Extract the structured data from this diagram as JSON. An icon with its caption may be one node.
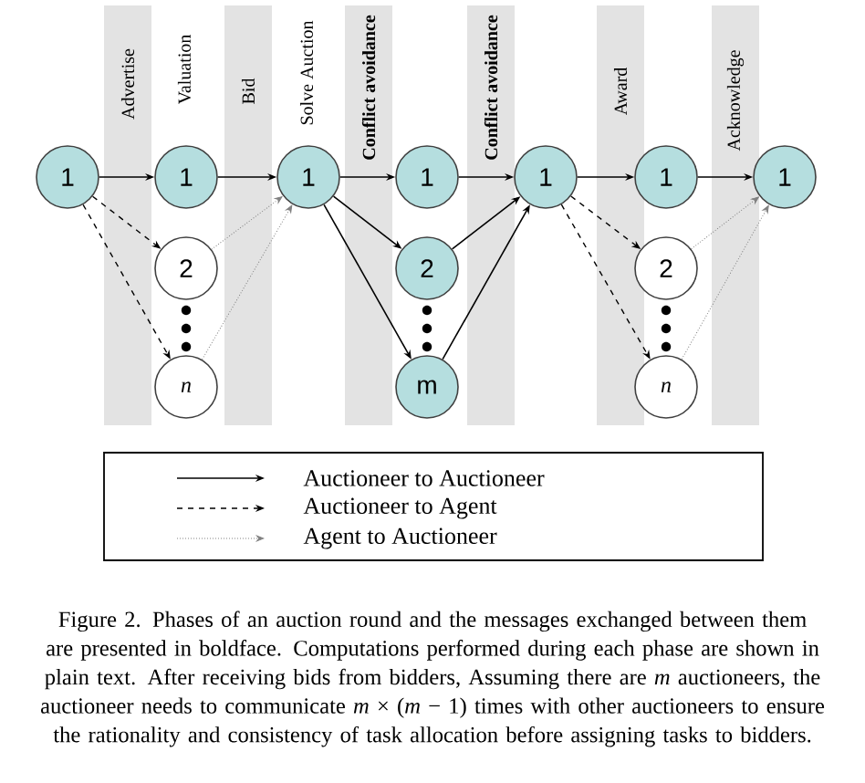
{
  "diagram": {
    "caption": "Figure 2. Phases of an auction round and the messages exchanged between them are presented in boldface. Computations performed during each phase are shown in plain text. After receiving bids from bidders, Assuming there are *m* auctioneers, the auctioneer needs to communicate *m* × (*m* − 1) times with other auctioneers to ensure the rationality and consistency of task allocation before assigning tasks to bidders.",
    "nodes": [
      {
        "text": [
          "1"
        ]
      },
      {
        "text": [
          "1"
        ]
      },
      {
        "text": [
          "2"
        ]
      },
      {
        "text": [
          "n"
        ]
      },
      {
        "text": [
          "1"
        ]
      },
      {
        "text": [
          "1"
        ]
      },
      {
        "text": [
          "2"
        ]
      },
      {
        "text": [
          "m"
        ]
      },
      {
        "text": [
          "1"
        ]
      },
      {
        "text": [
          "1"
        ]
      },
      {
        "text": [
          "2"
        ]
      },
      {
        "text": [
          "n"
        ]
      },
      {
        "text": [
          "1"
        ]
      }
    ],
    "edges": [
      {
        "from": 0,
        "to": 1,
        "arrow": "to"
      },
      {
        "from": 0,
        "to": 2,
        "arrow": "to",
        "style": "dashed"
      },
      {
        "from": 0,
        "to": 3,
        "arrow": "to",
        "style": "dashed"
      },
      {
        "from": 1,
        "to": 4,
        "arrow": "to"
      },
      {
        "from": 2,
        "to": 4,
        "arrow": "to",
        "style": "dashed",
        "color": "#808080"
      },
      {
        "from": 3,
        "to": 4,
        "arrow": "to",
        "style": "dashed",
        "color": "#808080"
      },
      {
        "from": 4,
        "to": 5,
        "arrow": "to"
      },
      {
        "from": 4,
        "to": 6,
        "arrow": "to"
      },
      {
        "from": 4,
        "to": 7,
        "arrow": "to"
      },
      {
        "from": 5,
        "to": 8,
        "arrow": "to"
      },
      {
        "from": 6,
        "to": 8,
        "arrow": "to"
      },
      {
        "from": 7,
        "to": 8,
        "arrow": "to"
      },
      {
        "from": 8,
        "to": 9,
        "arrow": "to"
      },
      {
        "from": 8,
        "to": 10,
        "arrow": "to",
        "style": "dashed"
      },
      {
        "from": 8,
        "to": 11,
        "arrow": "to",
        "style": "dashed"
      },
      {
        "from": 9,
        "to": 12,
        "arrow": "to"
      },
      {
        "from": 10,
        "to": 12,
        "arrow": "to",
        "style": "dashed",
        "color": "#808080"
      },
      {
        "from": 11,
        "to": 12,
        "arrow": "to",
        "style": "dashed",
        "color": "#808080"
      }
    ],
    "labels": [
      "Advertise",
      "Valuation",
      "Bid",
      "Solve Auction",
      "Conflict avoidance",
      "Conflict avoidance",
      "Award",
      "Acknowledge"
    ],
    "legend": [
      {
        "text": "Auctioneer to Auctioneer"
      },
      {
        "text": "Auctioneer to Agent"
      },
      {
        "text": "Agent to Auctioneer"
      }
    ]
  }
}
